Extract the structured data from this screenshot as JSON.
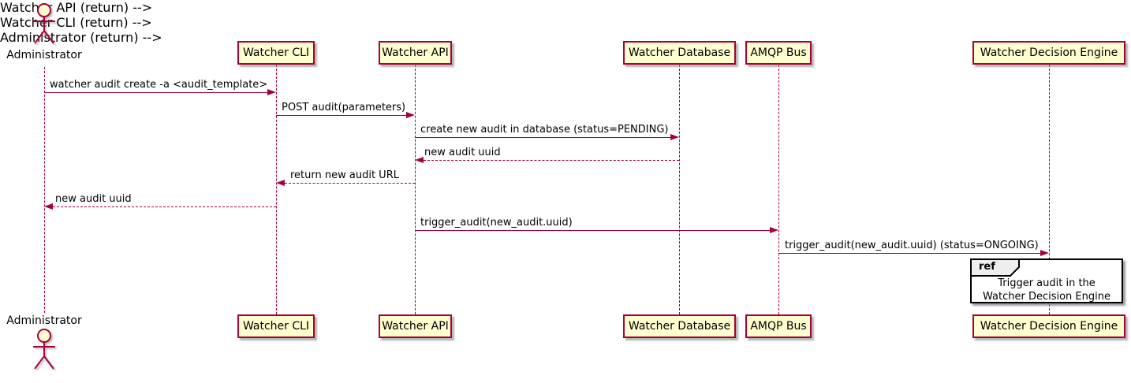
{
  "diagram": {
    "type": "sequence-diagram",
    "colors": {
      "participant_fill": "#FEFECE",
      "participant_border": "#A80036",
      "arrow": "#A80036",
      "lifeline": "#A80036",
      "text": "#000000",
      "ref_fill": "#FFFFFF",
      "ref_header_fill": "#EEEEEE",
      "ref_border": "#000000"
    },
    "actor": {
      "name": "Administrator"
    },
    "participants": [
      {
        "label": "Watcher CLI"
      },
      {
        "label": "Watcher API"
      },
      {
        "label": "Watcher Database"
      },
      {
        "label": "AMQP Bus"
      },
      {
        "label": "Watcher Decision Engine"
      }
    ],
    "messages": [
      {
        "from": "Administrator",
        "to": "Watcher CLI",
        "style": "solid",
        "label": "watcher audit create -a <audit_template>"
      },
      {
        "from": "Watcher CLI",
        "to": "Watcher API",
        "style": "solid",
        "label": "POST audit(parameters)"
      },
      {
        "from": "Watcher API",
        "to": "Watcher Database",
        "style": "solid",
        "label": "create new audit in database (status=PENDING)"
      },
      {
        "from": "Watcher Database",
        "to": "Watcher API",
        "style": "dashed",
        "label": "new audit uuid"
      },
      {
        "from": "Watcher API",
        "to": "Watcher CLI",
        "style": "dashed",
        "label": "return new audit URL"
      },
      {
        "from": "Watcher CLI",
        "to": "Administrator",
        "style": "dashed",
        "label": "new audit uuid"
      },
      {
        "from": "Watcher API",
        "to": "AMQP Bus",
        "style": "solid",
        "label": "trigger_audit(new_audit.uuid)"
      },
      {
        "from": "AMQP Bus",
        "to": "Watcher Decision Engine",
        "style": "solid",
        "label": "trigger_audit(new_audit.uuid) (status=ONGOING)"
      }
    ],
    "ref": {
      "keyword": "ref",
      "lines": [
        "Trigger audit in the",
        "Watcher Decision Engine"
      ]
    }
  }
}
